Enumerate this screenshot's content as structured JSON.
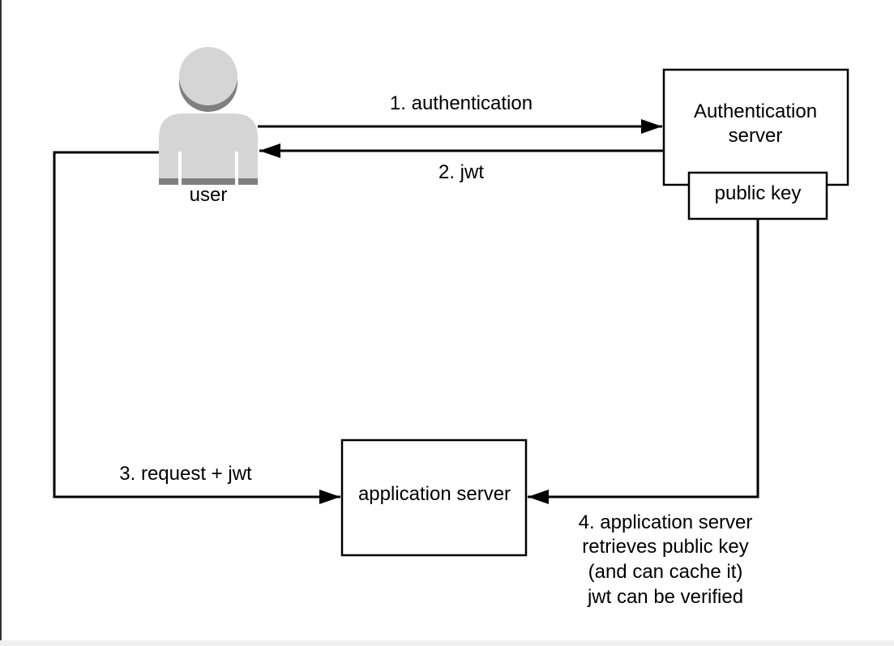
{
  "nodes": {
    "user": {
      "label": "user"
    },
    "auth_server": {
      "label_line1": "Authentication",
      "label_line2": "server"
    },
    "public_key": {
      "label": "public key"
    },
    "app_server": {
      "label": "application server"
    }
  },
  "edges": {
    "authentication": {
      "label": "1. authentication"
    },
    "jwt": {
      "label": "2. jwt"
    },
    "request_jwt": {
      "label": "3. request + jwt"
    },
    "retrieve_key": {
      "line1": "4. application server",
      "line2": "retrieves public key",
      "line3": "(and can cache it)",
      "line4": "jwt can be verified"
    }
  },
  "colors": {
    "user_icon_light": "#d5d5d5",
    "user_icon_dark": "#808080",
    "stroke": "#000000",
    "left_border": "#333333"
  }
}
